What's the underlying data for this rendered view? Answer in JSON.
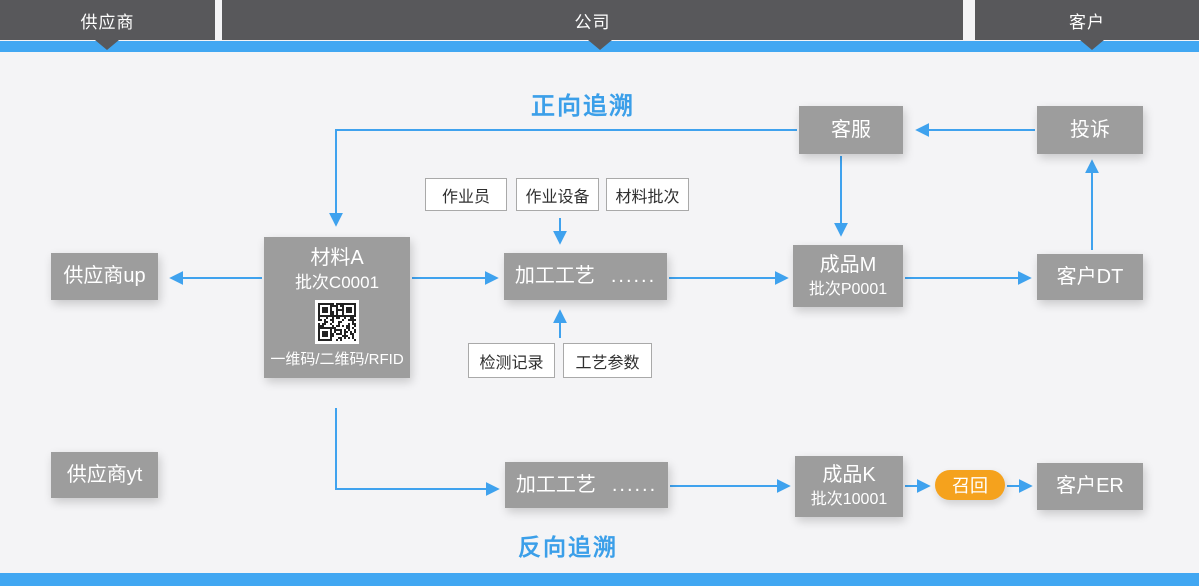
{
  "colors": {
    "accent_blue": "#3fa2ee",
    "bar_blue": "#41a7f2",
    "node_gray": "#9d9d9d",
    "header_gray": "#58585b",
    "recall_orange": "#f5a21d",
    "background": "#f4f4f6"
  },
  "header": {
    "segments": [
      {
        "label": "供应商"
      },
      {
        "label": "公司"
      },
      {
        "label": "客户"
      }
    ]
  },
  "titles": {
    "forward": "正向追溯",
    "backward": "反向追溯"
  },
  "nodes": {
    "customer_service": {
      "label": "客服"
    },
    "complaint": {
      "label": "投诉"
    },
    "supplier_up": {
      "label": "供应商up"
    },
    "material_a": {
      "label": "材料A",
      "batch": "批次C0001",
      "code_caption": "一维码/二维码/RFID"
    },
    "process_top": {
      "label": "加工工艺",
      "suffix": "......"
    },
    "product_m": {
      "label": "成品M",
      "batch": "批次P0001"
    },
    "customer_dt": {
      "label": "客户DT"
    },
    "supplier_yt": {
      "label": "供应商yt"
    },
    "process_bottom": {
      "label": "加工工艺",
      "suffix": "......"
    },
    "product_k": {
      "label": "成品K",
      "batch": "批次10001"
    },
    "recall": {
      "label": "召回"
    },
    "customer_er": {
      "label": "客户ER"
    }
  },
  "tags": {
    "operator": "作业员",
    "equipment": "作业设备",
    "material_batch": "材料批次",
    "inspection_record": "检测记录",
    "process_params": "工艺参数"
  },
  "icons": {
    "qr": "qr-code-icon"
  }
}
